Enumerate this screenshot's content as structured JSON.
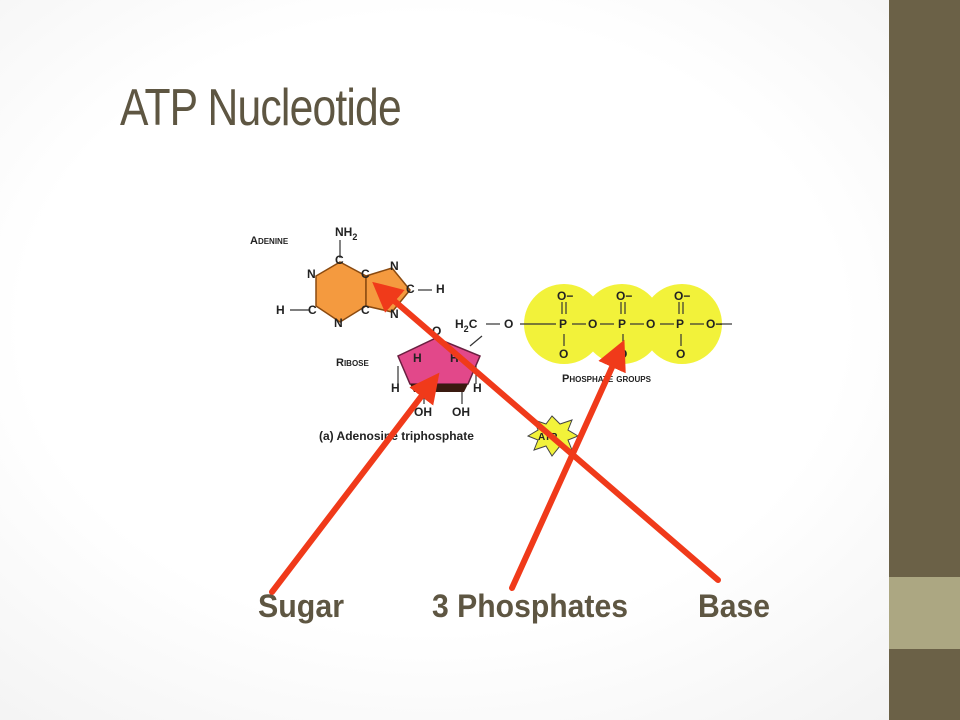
{
  "slide": {
    "title": "ATP Nucleotide",
    "colors": {
      "sidebar_dark": "#6b6147",
      "sidebar_light": "#aca782",
      "title": "#5e5642",
      "arrow": "#f03a1a",
      "adenine": "#f49a3f",
      "ribose": "#e2488a",
      "phosphate": "#f2f23a"
    }
  },
  "diagram": {
    "adenine_label": "Adenine",
    "ribose_label": "Ribose",
    "phosphate_groups_label": "Phosphate groups",
    "caption": "(a) Adenosine triphosphate",
    "badge": "ATP",
    "nh2_label": "NH",
    "nh2_sub": "2",
    "h2c_h": "H",
    "h2c_sub": "2",
    "h2c_c": "C",
    "atom_n": "N",
    "atom_c": "C",
    "atom_h": "H",
    "atom_o": "O",
    "atom_oh": "OH",
    "atom_p": "P",
    "atom_ominus": "O−"
  },
  "labels": {
    "sugar": "Sugar",
    "phosphates": "3 Phosphates",
    "base": "Base"
  }
}
